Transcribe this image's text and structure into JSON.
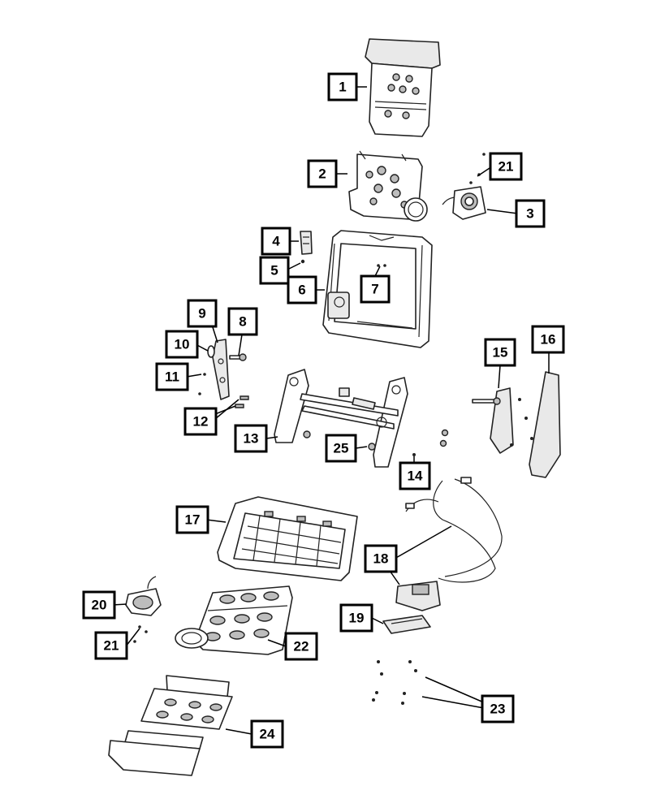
{
  "callouts": [
    {
      "id": "1",
      "label": "1"
    },
    {
      "id": "2",
      "label": "2"
    },
    {
      "id": "3",
      "label": "3"
    },
    {
      "id": "4",
      "label": "4"
    },
    {
      "id": "5",
      "label": "5"
    },
    {
      "id": "6",
      "label": "6"
    },
    {
      "id": "7",
      "label": "7"
    },
    {
      "id": "8",
      "label": "8"
    },
    {
      "id": "9",
      "label": "9"
    },
    {
      "id": "10",
      "label": "10"
    },
    {
      "id": "11",
      "label": "11"
    },
    {
      "id": "12",
      "label": "12"
    },
    {
      "id": "13",
      "label": "13"
    },
    {
      "id": "14",
      "label": "14"
    },
    {
      "id": "15",
      "label": "15"
    },
    {
      "id": "16",
      "label": "16"
    },
    {
      "id": "17",
      "label": "17"
    },
    {
      "id": "18",
      "label": "18"
    },
    {
      "id": "19",
      "label": "19"
    },
    {
      "id": "20",
      "label": "20"
    },
    {
      "id": "21a",
      "label": "21"
    },
    {
      "id": "21b",
      "label": "21"
    },
    {
      "id": "22",
      "label": "22"
    },
    {
      "id": "23",
      "label": "23"
    },
    {
      "id": "24",
      "label": "24"
    },
    {
      "id": "25",
      "label": "25"
    }
  ]
}
